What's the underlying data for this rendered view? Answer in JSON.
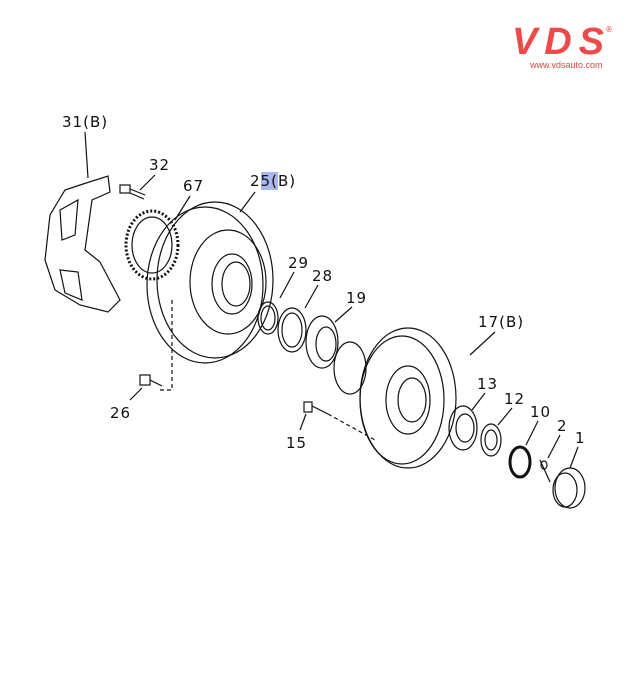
{
  "logo": {
    "text": "VDS",
    "url": "www.vdsauto.com",
    "color": "#ee4a4a"
  },
  "callouts": [
    {
      "id": "31",
      "text": "31(B)"
    },
    {
      "id": "32",
      "text": "32"
    },
    {
      "id": "67",
      "text": "67"
    },
    {
      "id": "25",
      "text_pre": "2",
      "text_hl": "5(",
      "text_post": "B)"
    },
    {
      "id": "29",
      "text": "29"
    },
    {
      "id": "28",
      "text": "28"
    },
    {
      "id": "19",
      "text": "19"
    },
    {
      "id": "17",
      "text": "17(B)"
    },
    {
      "id": "26",
      "text": "26"
    },
    {
      "id": "15",
      "text": "15"
    },
    {
      "id": "13",
      "text": "13"
    },
    {
      "id": "12",
      "text": "12"
    },
    {
      "id": "10",
      "text": "10"
    },
    {
      "id": "2",
      "text": "2"
    },
    {
      "id": "1",
      "text": "1"
    }
  ],
  "highlight_color": "#a9b8ec"
}
